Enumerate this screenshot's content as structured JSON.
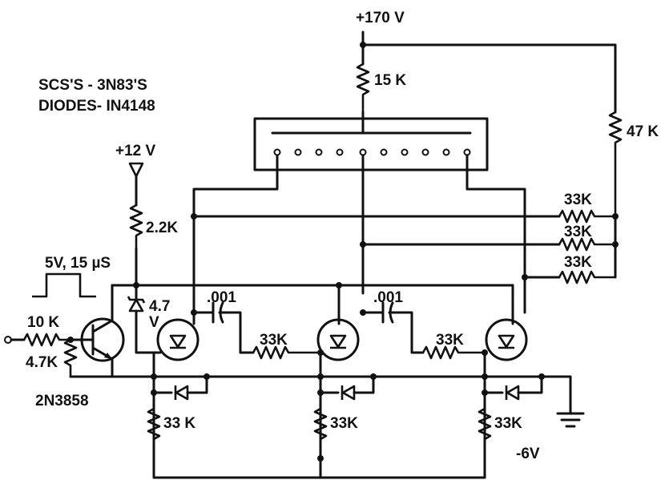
{
  "labels": {
    "supply_170": "+170 V",
    "r_15k": "15 K",
    "r_47k": "47 K",
    "note_scs": "SCS'S - 3N83'S",
    "note_diodes": "DIODES- IN4148",
    "supply_12": "+12 V",
    "r_2k2": "2.2K",
    "pulse": "5V, 15 µS",
    "zener_v": "4.7",
    "zener_unit": "V",
    "cap_1": ".001",
    "cap_2": ".001",
    "r_10k": "10 K",
    "r_4k7": "4.7K",
    "r_33k_mid1": "33K",
    "r_33k_mid2": "33K",
    "r_33k_top": "33K",
    "r_33k_midr": "33K",
    "r_33k_bot": "33K",
    "r_33k_low1": "33 K",
    "r_33k_low2": "33K",
    "r_33k_low3": "33K",
    "transistor": "2N3858",
    "supply_neg6": "-6V"
  }
}
